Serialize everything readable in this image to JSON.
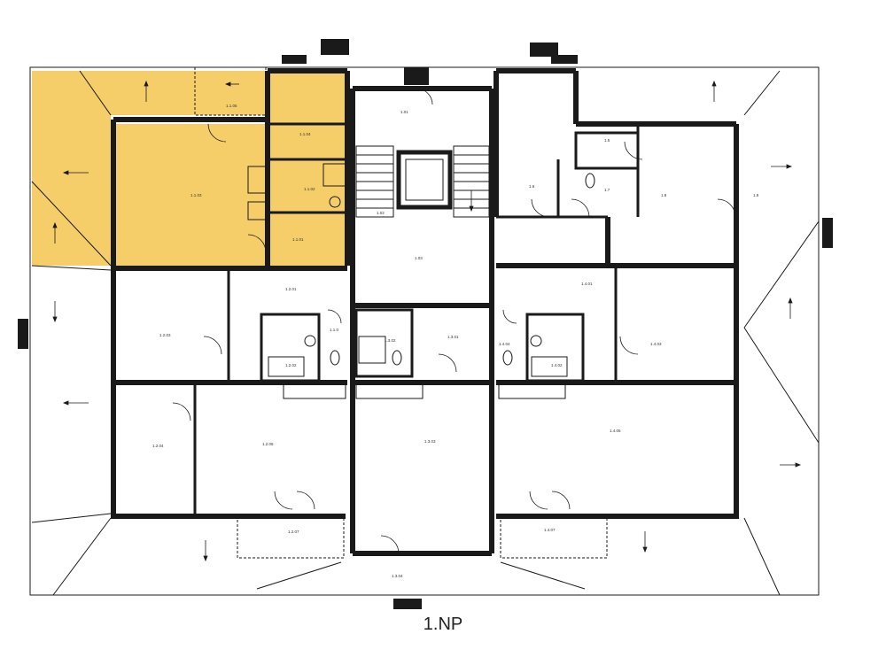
{
  "floor_label": "1.NP",
  "colors": {
    "highlight": "#F5CE6A",
    "wall": "#1a1a1a",
    "background": "#FFFFFF"
  },
  "rooms": [
    {
      "id": "r-top-left-hall",
      "label": "1.1.0"
    },
    {
      "id": "r-left-top",
      "label": "1.1.04"
    },
    {
      "id": "r-left-bed",
      "label": "1.1.03"
    },
    {
      "id": "r-left-bath",
      "label": "1.1.02"
    },
    {
      "id": "r-left-entry",
      "label": "1.1.01"
    },
    {
      "id": "r-core-top",
      "label": "1.01"
    },
    {
      "id": "r-core-stair",
      "label": "1.02"
    },
    {
      "id": "r-core-corridor",
      "label": "1.03"
    },
    {
      "id": "r-right-room1",
      "label": "1.6"
    },
    {
      "id": "r-right-wc",
      "label": "1.5"
    },
    {
      "id": "r-right-bath",
      "label": "1.7"
    },
    {
      "id": "r-right-room2",
      "label": "1.8"
    },
    {
      "id": "r-right-terrace",
      "label": "1.9"
    },
    {
      "id": "r-mid-left-room",
      "label": "1.2.03"
    },
    {
      "id": "r-mid-left-living",
      "label": "1.2.01"
    },
    {
      "id": "r-mid-left-bath",
      "label": "1.2.02"
    },
    {
      "id": "r-mid-center-bath",
      "label": "1.3.02"
    },
    {
      "id": "r-mid-center-entry",
      "label": "1.3.01"
    },
    {
      "id": "r-mid-right-living",
      "label": "1.4.01"
    },
    {
      "id": "r-mid-right-bath",
      "label": "1.4.02"
    },
    {
      "id": "r-mid-right-room",
      "label": "1.4.03"
    },
    {
      "id": "r-mid-right-wc",
      "label": "1.4.04"
    },
    {
      "id": "r-bot-left-room",
      "label": "1.2.04"
    },
    {
      "id": "r-bot-left-living",
      "label": "1.2.05"
    },
    {
      "id": "r-bot-center-living",
      "label": "1.3.03"
    },
    {
      "id": "r-bot-right-living",
      "label": "1.4.05"
    },
    {
      "id": "r-bot-left-terrace",
      "label": "1.2.07"
    },
    {
      "id": "r-bot-right-terrace",
      "label": "1.4.07"
    },
    {
      "id": "r-bot-entry",
      "label": "1.3.04"
    },
    {
      "id": "r-left-small",
      "label": "1.1.05"
    }
  ]
}
